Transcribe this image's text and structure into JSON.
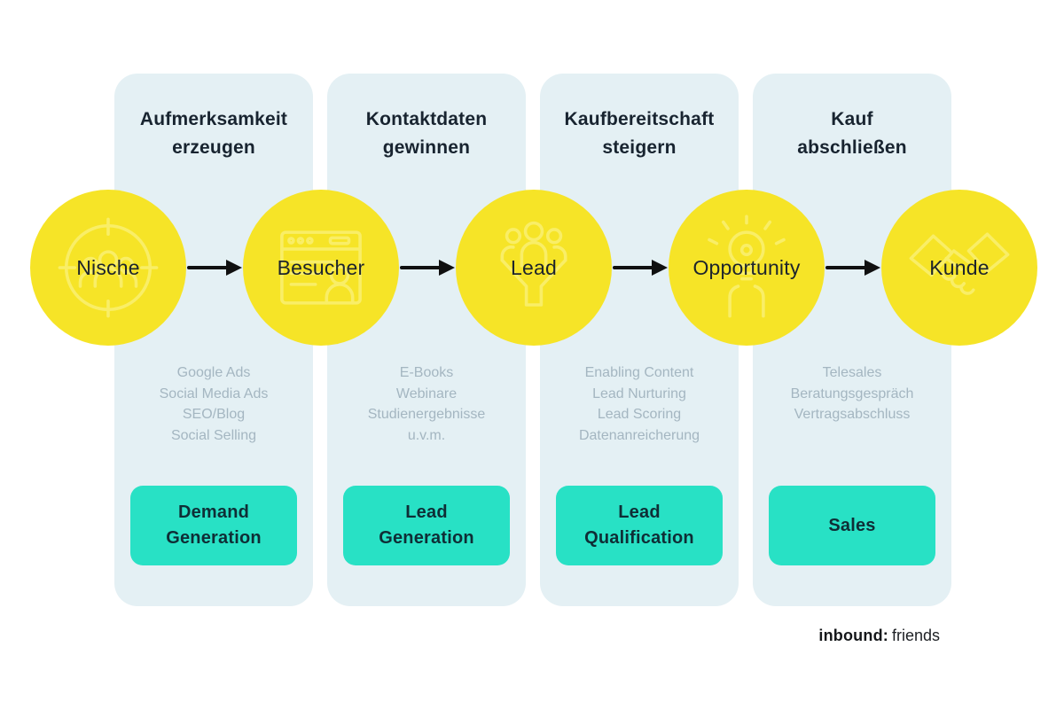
{
  "diagram": {
    "columns": [
      {
        "title": "Aufmerksamkeit\nerzeugen",
        "items": [
          "Google Ads",
          "Social Media Ads",
          "SEO/Blog",
          "Social Selling"
        ],
        "button": "Demand\nGeneration"
      },
      {
        "title": "Kontaktdaten\ngewinnen",
        "items": [
          "E-Books",
          "Webinare",
          "Studienergebnisse",
          "u.v.m."
        ],
        "button": "Lead\nGeneration"
      },
      {
        "title": "Kaufbereitschaft\nsteigern",
        "items": [
          "Enabling Content",
          "Lead Nurturing",
          "Lead Scoring",
          "Datenanreicherung"
        ],
        "button": "Lead\nQualification"
      },
      {
        "title": "Kauf\nabschließen",
        "items": [
          "Telesales",
          "Beratungsgespräch",
          "Vertragsabschluss"
        ],
        "button": "Sales"
      }
    ],
    "stages": [
      {
        "label": "Nische",
        "icon": "target-audience-icon"
      },
      {
        "label": "Besucher",
        "icon": "website-visitor-icon"
      },
      {
        "label": "Lead",
        "icon": "lead-funnel-icon"
      },
      {
        "label": "Opportunity",
        "icon": "idea-lightbulb-icon"
      },
      {
        "label": "Kunde",
        "icon": "handshake-icon"
      }
    ]
  },
  "logo": {
    "brand": "inbound:",
    "suffix": "friends"
  },
  "colors": {
    "column_background": "#e4f0f4",
    "circle_yellow": "#f6e427",
    "icon_stroke": "#faef6b",
    "button_teal": "#28e1c5",
    "header_text": "#182430",
    "list_text": "#a4b6c1",
    "button_text": "#0f2e36",
    "arrow_black": "#101010"
  }
}
